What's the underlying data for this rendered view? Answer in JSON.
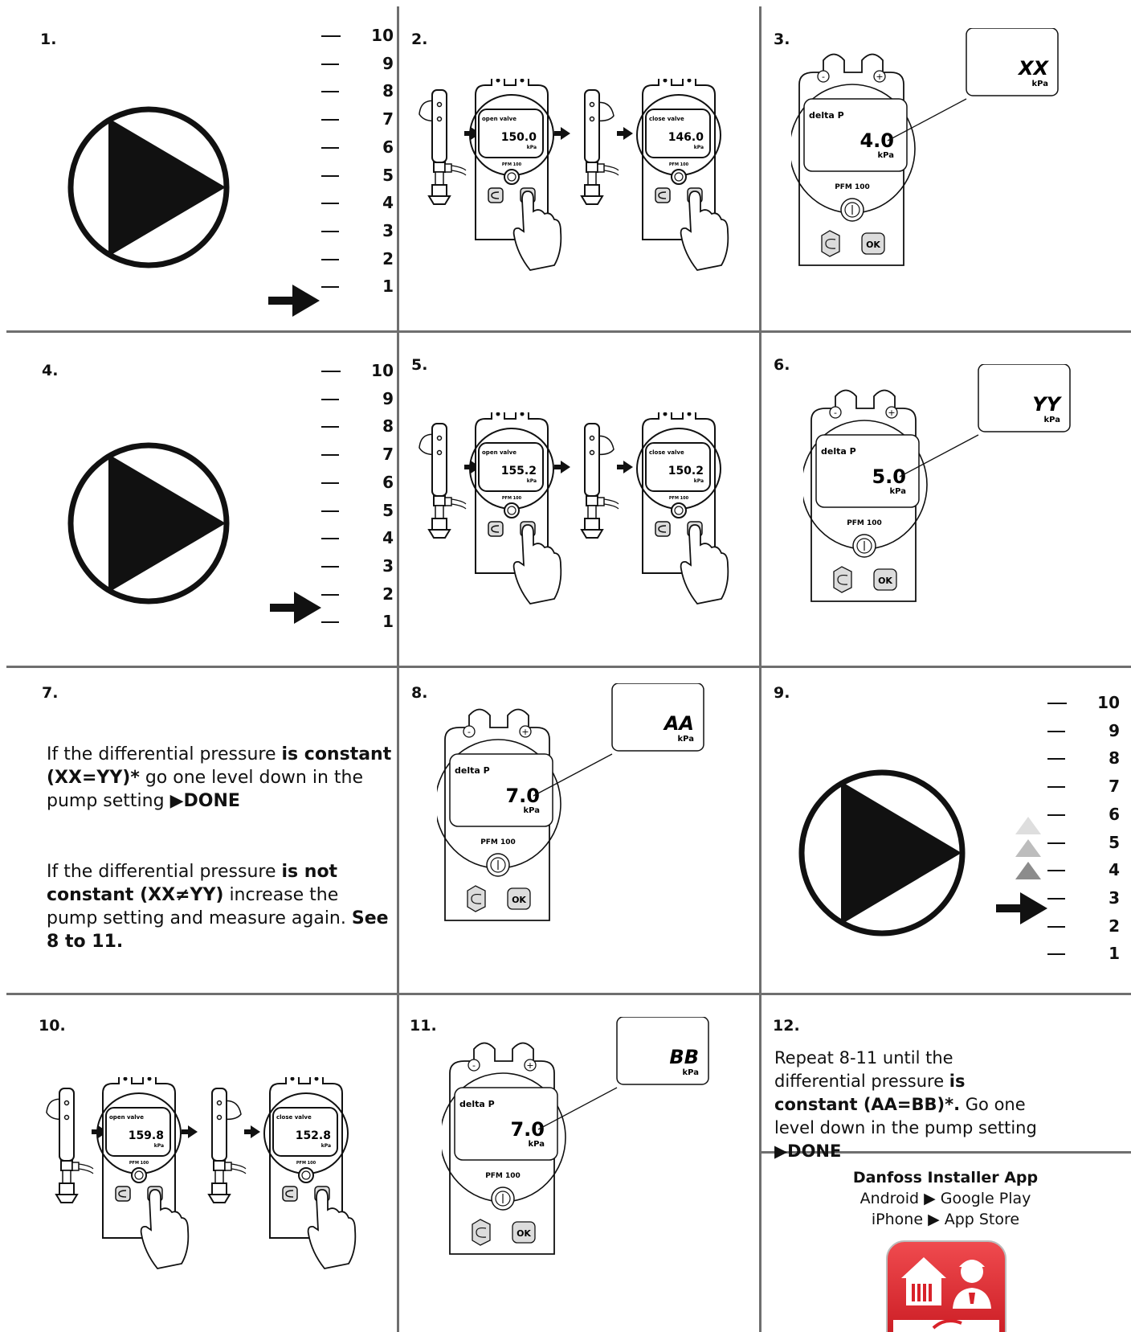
{
  "panels": {
    "p1": {
      "num": "1."
    },
    "p2": {
      "num": "2.",
      "open_label": "open valve",
      "open_value": "150.0",
      "close_label": "close valve",
      "close_value": "146.0",
      "unit": "kPa",
      "model": "PFM 100"
    },
    "p3": {
      "num": "3.",
      "callout": "XX",
      "unit": "kPa",
      "label": "delta P",
      "value": "4.0",
      "model": "PFM 100",
      "ok": "OK",
      "minus": "-",
      "plus": "+"
    },
    "p4": {
      "num": "4."
    },
    "p5": {
      "num": "5.",
      "open_label": "open valve",
      "open_value": "155.2",
      "close_label": "close valve",
      "close_value": "150.2",
      "unit": "kPa",
      "model": "PFM 100"
    },
    "p6": {
      "num": "6.",
      "callout": "YY",
      "unit": "kPa",
      "label": "delta P",
      "value": "5.0",
      "model": "PFM 100",
      "ok": "OK",
      "minus": "-",
      "plus": "+"
    },
    "p7": {
      "num": "7.",
      "para1_pre": "If the differential pressure ",
      "para1_bold1": "is constant (XX=YY)*",
      "para1_mid": " go one level down in the pump setting ",
      "para1_bold2": "▶DONE",
      "para2_pre": "If the differential pressure ",
      "para2_bold1": "is not constant (XX≠YY)",
      "para2_mid": " increase the pump setting and measure again. ",
      "para2_bold2": "See 8 to 11."
    },
    "p8": {
      "num": "8.",
      "callout": "AA",
      "unit": "kPa",
      "label": "delta P",
      "value": "7.0",
      "model": "PFM 100",
      "ok": "OK",
      "minus": "-",
      "plus": "+"
    },
    "p9": {
      "num": "9."
    },
    "p10": {
      "num": "10.",
      "open_label": "open valve",
      "open_value": "159.8",
      "close_label": "close valve",
      "close_value": "152.8",
      "unit": "kPa",
      "model": "PFM 100"
    },
    "p11": {
      "num": "11.",
      "callout": "BB",
      "unit": "kPa",
      "label": "delta P",
      "value": "7.0",
      "model": "PFM 100",
      "ok": "OK",
      "minus": "-",
      "plus": "+"
    },
    "p12": {
      "num": "12.",
      "pre": "Repeat 8-11 until the differential pressure ",
      "bold1": "is constant (AA=BB)*.",
      "mid": " Go one level down in the pump setting ",
      "bold2": "▶DONE",
      "app_title": "Danfoss Installer App",
      "android": "Android ▶ Google Play",
      "iphone": "iPhone ▶ App Store"
    }
  },
  "scale_labels": [
    "10",
    "9",
    "8",
    "7",
    "6",
    "5",
    "4",
    "3",
    "2",
    "1"
  ],
  "pump_levels": {
    "p1": 1,
    "p4": 2,
    "p9": 3
  },
  "colors": {
    "rule": "#6f6f6f",
    "app_red": "#d8222a",
    "button": "#dcdcdc"
  }
}
